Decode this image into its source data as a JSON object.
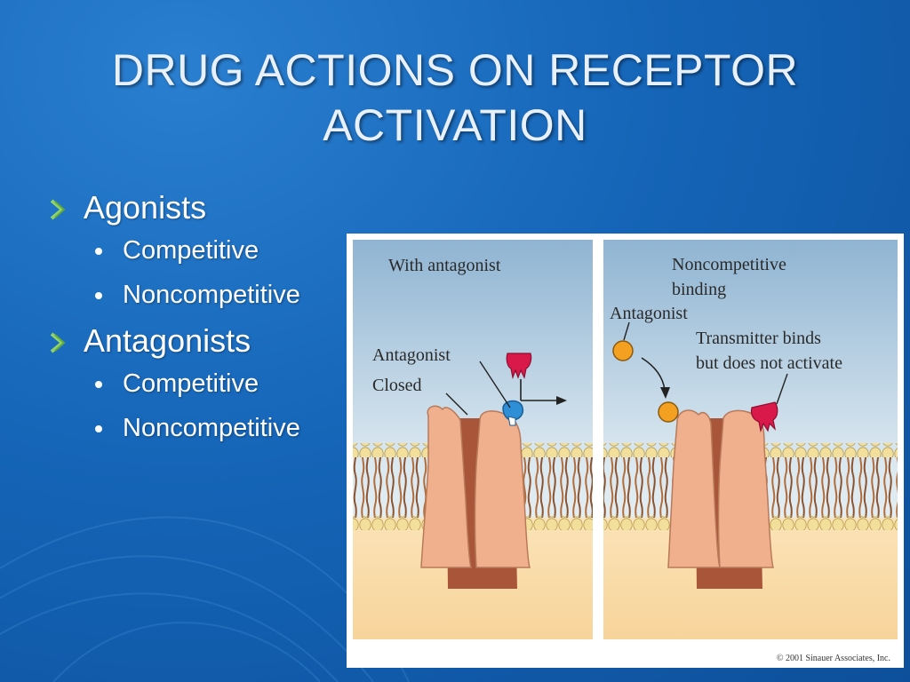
{
  "slide": {
    "title_line1": "DRUG ACTIONS ON RECEPTOR",
    "title_line2": "ACTIVATION",
    "bullets": [
      {
        "label": "Agonists",
        "subitems": [
          "Competitive",
          "Noncompetitive"
        ]
      },
      {
        "label": "Antagonists",
        "subitems": [
          "Competitive",
          "Noncompetitive"
        ]
      }
    ]
  },
  "figure": {
    "left_panel": {
      "heading": "With antagonist",
      "label_antagonist": "Antagonist",
      "label_closed": "Closed"
    },
    "right_panel": {
      "heading_line1": "Noncompetitive",
      "heading_line2": "binding",
      "label_antagonist": "Antagonist",
      "label_transmitter_line1": "Transmitter binds",
      "label_transmitter_line2": "but does not activate"
    },
    "copyright": "© 2001 Sinauer Associates, Inc."
  },
  "colors": {
    "background": "#1565b8",
    "title_text": "#e8f0fb",
    "bullet_arrow": "#8fd36a",
    "receptor": "#f0b08e",
    "antagonist_blue": "#2f8fd6",
    "transmitter_red": "#d8194a",
    "antagonist_orange": "#f4a020",
    "membrane_head": "#f3df9c"
  }
}
